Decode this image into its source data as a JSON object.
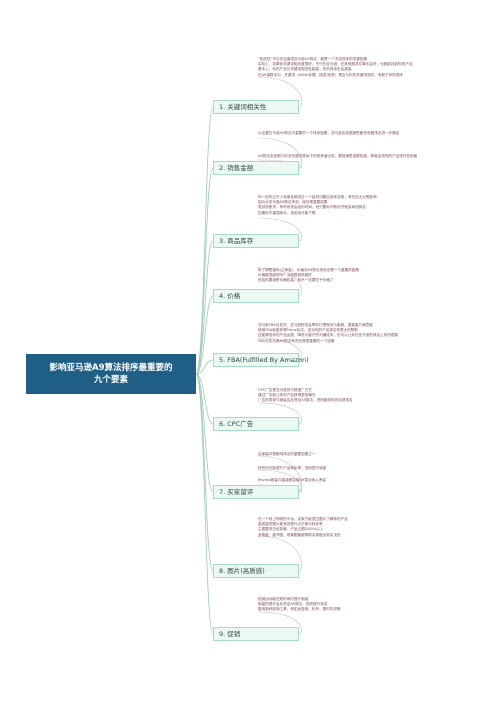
{
  "root": {
    "title": "影响亚马逊A9算法排序最重要的\n九个要素"
  },
  "branches": [
    {
      "label": "1. 关键词相关性",
      "note": "“相关性”不论在百度或亚马逊A9算法，都是一个决定排序的关键因素\n实际上，如果你关键词相关度很好，不只在亚马逊，在其他搜寻引擎也会好，也都能找到你的产品\n基本上，你的产品与关键词相关性越高，你的排序也会越高\n在A9演算法中，关键词（ASIN/标题、描述/标签）是否与你的关键词相关，有助于你的排序"
    },
    {
      "label": "2. 销售金额",
      "note": "以往要在马逊A9算法中重要的一个排序因素，亚马逊会依据销售额来查看排名进一步确定",
      "note2": "A9算法会依照与你对关键词类似下的竞争者比较，看到销售金额较高，那就会将你的产品排在较前面"
    },
    {
      "label": "3. 商品库存",
      "note": "你一定听过不少卖家反映说过一个缺货问题后排序变差，有些还大大受影响\n因为对亚马逊A9算法来说，库存是重要因素\n虽然说断货，有时系统会给你时间，但只要你不断补货就会拿回排名\n如果你不重视库存，排名就可能下降"
    },
    {
      "label": "4. 价格",
      "note": "除了销售量外(订单量)，价格对A9算法来说也是一个重要的因素\n价格越低越好吗？当然是越低越好\n但若你要销售价格较高，就不一定要在乎价格了"
    },
    {
      "label": "5. FBA(Fulfilled By Amazon)",
      "note": "亚马逊FBA仓发货，亚马逊物流会帮你打理物流与客服，提高客户满意度\n使用FBA就能获得Prime标志，这对你的产品排名有很大的帮助\n还能降低你的产品运费，降低与客户的沟通成本，也可以让你在亚马逊的排名上有所提高\nFBA对亚马逊A9算法来说也是很重要的一个因素"
    },
    {
      "label": "6. CPC广告",
      "note": "CPC广告是亚马逊的付费推广方式\n通过广告能让你的产品获得更多曝光\n广告的表现与销量会反馈至A9算法，进而影响你的自然排名"
    },
    {
      "label": "7. 买家留评",
      "note": "买家留评是影响排名的重要因素之一",
      "note2": "好的评价能提升产品转化率，进而提升销量",
      "note3": "Review数量与星级都会被A9算法纳入考量"
    },
    {
      "label": "8. 图片(高质感)",
      "note": "在一个线上购物的平台，买家只能透过图片了解你的产品\n高质量的图片能有效提升点击率与转化率\n主图要求白色背景，产品占图片85%以上\n多角度、细节图、场景图都能帮助买家做出购买决定"
    },
    {
      "label": "9. 促销",
      "note": "促销活动能在短时间内提升销量\n销量的提升会反馈至A9算法，进而提升排名\n善用各种促销工具，例如优惠券、秒杀、限时折扣等"
    }
  ]
}
